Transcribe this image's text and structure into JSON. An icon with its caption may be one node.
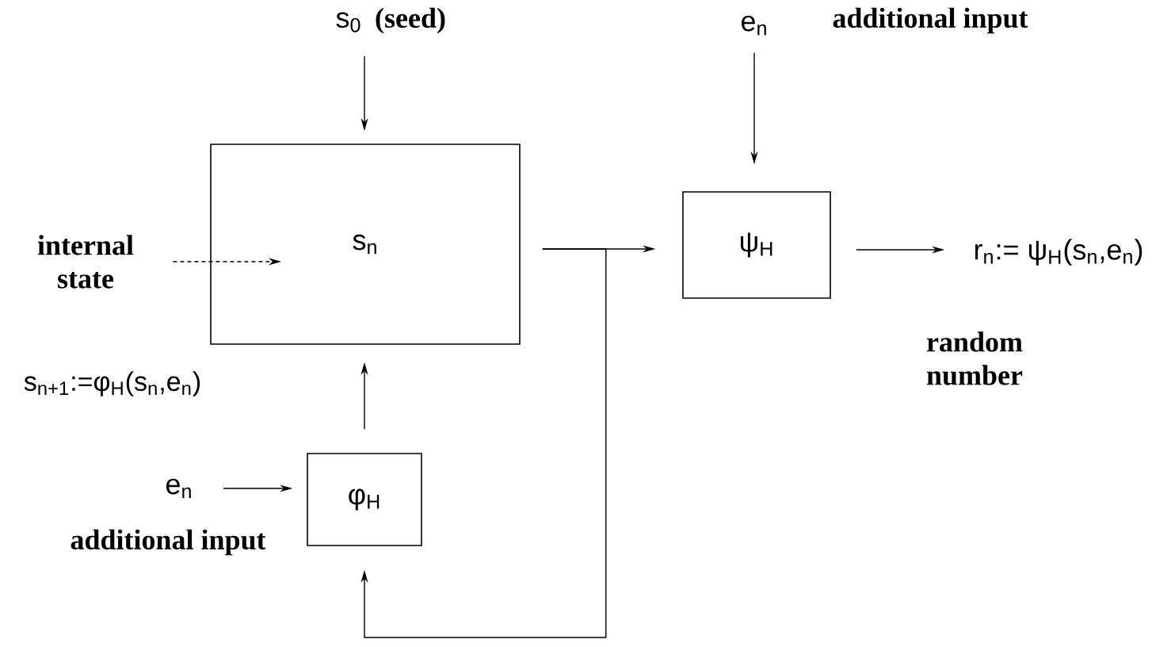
{
  "diagram": {
    "nodes": [
      {
        "text": [
          "s$_{0}$"
        ],
        "beside": [
          "(seed)"
        ]
      },
      {
        "text": [
          "s$_{n}$"
        ]
      },
      {
        "text": [
          "ψ$_{H}$"
        ]
      },
      {
        "text": [
          "e$_{n}$"
        ],
        "beside": [
          "additional input"
        ]
      },
      {
        "text": [
          "internal state"
        ]
      },
      {
        "text": [
          "r$_{n}$:= ψ$_{H}$(s$_{n}$,e$_{n}$)"
        ],
        "beside": [
          "random number"
        ]
      },
      {
        "text": [
          "φ$_{H}$"
        ]
      },
      {
        "text": [
          "e$_{n}$"
        ],
        "beside": [
          "additional input"
        ]
      }
    ],
    "edges": [
      {
        "from": 0,
        "to": 1,
        "arrow": "to"
      },
      {
        "from": 3,
        "to": 2,
        "arrow": "to"
      },
      {
        "from": 4,
        "to": 1,
        "arrow": "to",
        "style": "dashed"
      },
      {
        "from": 1,
        "to": 2,
        "arrow": "to"
      },
      {
        "from": 2,
        "to": 5,
        "arrow": "to"
      },
      {
        "from": 7,
        "to": 6,
        "arrow": "to"
      },
      {
        "from": 6,
        "to": 1,
        "arrow": "to"
      },
      {
        "from": 1,
        "to": 6,
        "arrow": "to"
      }
    ],
    "labels": [
      "s$_{n+1}$:=φ$_{H}$(s$_{n}$,e$_{n}$)"
    ]
  }
}
